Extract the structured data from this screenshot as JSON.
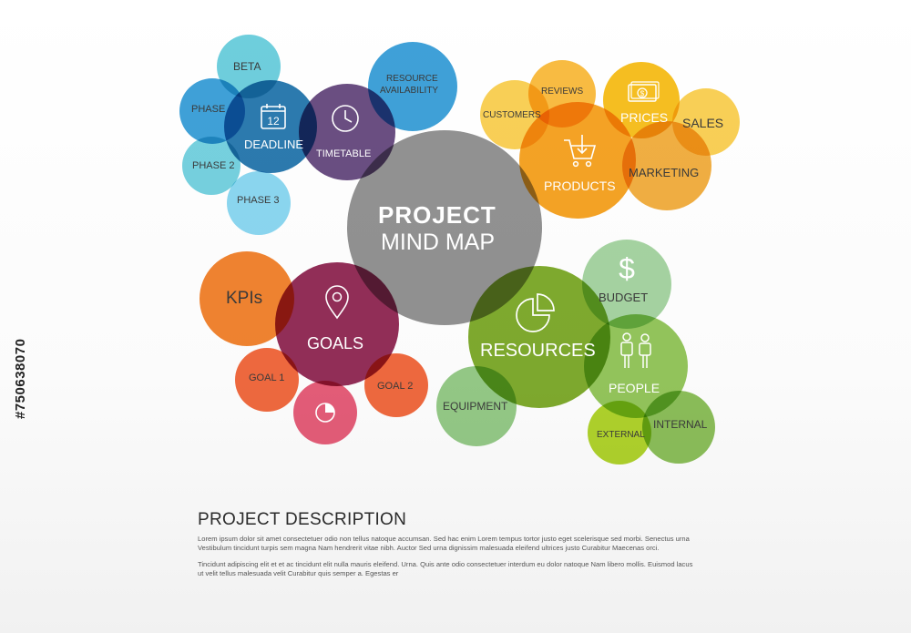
{
  "center": {
    "line1": "PROJECT",
    "line2": "MIND MAP"
  },
  "clusters": {
    "deadline": {
      "beta": "BETA",
      "phase": "PHASE",
      "phase2": "PHASE 2",
      "phase3": "PHASE 3",
      "deadline": "DEADLINE",
      "deadline_icon_text": "12",
      "timetable": "TIMETABLE",
      "resource_availability_1": "RESOURCE",
      "resource_availability_2": "AVAILABILITY"
    },
    "products": {
      "customers": "CUSTOMERS",
      "reviews": "REVIEWS",
      "prices": "PRICES",
      "sales": "SALES",
      "products": "PRODUCTS",
      "marketing": "MARKETING"
    },
    "goals": {
      "kpis": "KPIs",
      "goals": "GOALS",
      "goal1": "GOAL 1",
      "goal2": "GOAL 2"
    },
    "resources": {
      "resources": "RESOURCES",
      "budget": "BUDGET",
      "people": "PEOPLE",
      "equipment": "EQUIPMENT",
      "external": "EXTERNAL",
      "internal": "INTERNAL"
    }
  },
  "colors": {
    "center": "#8c8c8c",
    "blue_dark": "#1a6fa8",
    "blue_mid": "#2a97d4",
    "blue_light": "#5ec9da",
    "sky": "#7ed3ef",
    "purple": "#5a3a74",
    "orange": "#f59b12",
    "yellow": "#f8c838",
    "orange_red": "#f07a30",
    "magenta": "#8a1c4a",
    "red": "#f05a3c",
    "pink": "#e44b6a",
    "green_dark": "#74a41c",
    "green_mid": "#88c04a",
    "green_light": "#9fd19a",
    "lime": "#a9cf1a"
  },
  "icons": [
    "calendar-icon",
    "clock-icon",
    "money-icon",
    "shopping-cart-icon",
    "map-pin-icon",
    "pie-chart-icon",
    "dollar-icon",
    "people-icon"
  ],
  "description": {
    "title": "PROJECT DESCRIPTION",
    "p1": "Lorem ipsum dolor sit amet consectetuer odio non tellus natoque accumsan. Sed hac enim Lorem tempus tortor justo eget scelerisque sed morbi. Senectus urna Vestibulum tincidunt turpis sem magna Nam hendrerit vitae nibh. Auctor Sed urna dignissim malesuada eleifend ultrices justo Curabitur Maecenas orci.",
    "p2": "Tincidunt adipiscing elit et et ac tincidunt elit nulla mauris eleifend. Urna. Quis ante odio consectetuer interdum eu dolor natoque Nam libero mollis. Euismod lacus ut velit tellus malesuada velit Curabitur quis semper a. Egestas er"
  },
  "stock_id": "#750638070"
}
